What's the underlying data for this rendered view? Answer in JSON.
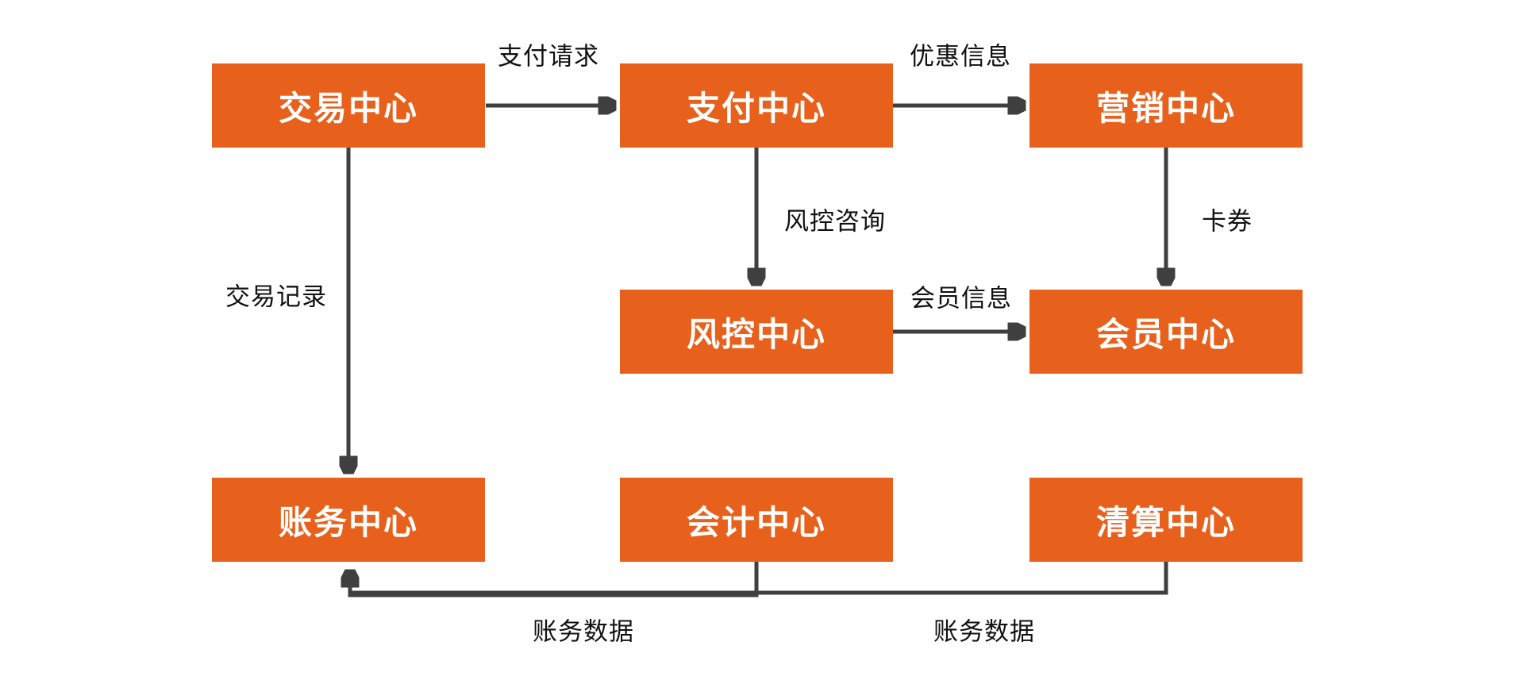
{
  "colors": {
    "accent": "#E8611C",
    "arrow": "#3F3F3F",
    "label_text": "#111111",
    "node_text": "#FFFFFF",
    "background": "#FFFFFF"
  },
  "diagram": {
    "type": "flowchart",
    "nodes": [
      {
        "id": "trade-center",
        "label": "交易中心"
      },
      {
        "id": "payment-center",
        "label": "支付中心"
      },
      {
        "id": "marketing-center",
        "label": "营销中心"
      },
      {
        "id": "risk-center",
        "label": "风控中心"
      },
      {
        "id": "member-center",
        "label": "会员中心"
      },
      {
        "id": "account-center",
        "label": "账务中心"
      },
      {
        "id": "accounting-center",
        "label": "会计中心"
      },
      {
        "id": "clearing-center",
        "label": "清算中心"
      }
    ],
    "edges": [
      {
        "from": "交易中心",
        "to": "支付中心",
        "label": "支付请求"
      },
      {
        "from": "支付中心",
        "to": "营销中心",
        "label": "优惠信息"
      },
      {
        "from": "支付中心",
        "to": "风控中心",
        "label": "风控咨询"
      },
      {
        "from": "营销中心",
        "to": "会员中心",
        "label": "卡券"
      },
      {
        "from": "风控中心",
        "to": "会员中心",
        "label": "会员信息"
      },
      {
        "from": "交易中心",
        "to": "账务中心",
        "label": "交易记录"
      },
      {
        "from": "会计中心",
        "to": "账务中心",
        "label": "账务数据"
      },
      {
        "from": "清算中心",
        "to": "账务中心",
        "label": "账务数据"
      }
    ]
  }
}
